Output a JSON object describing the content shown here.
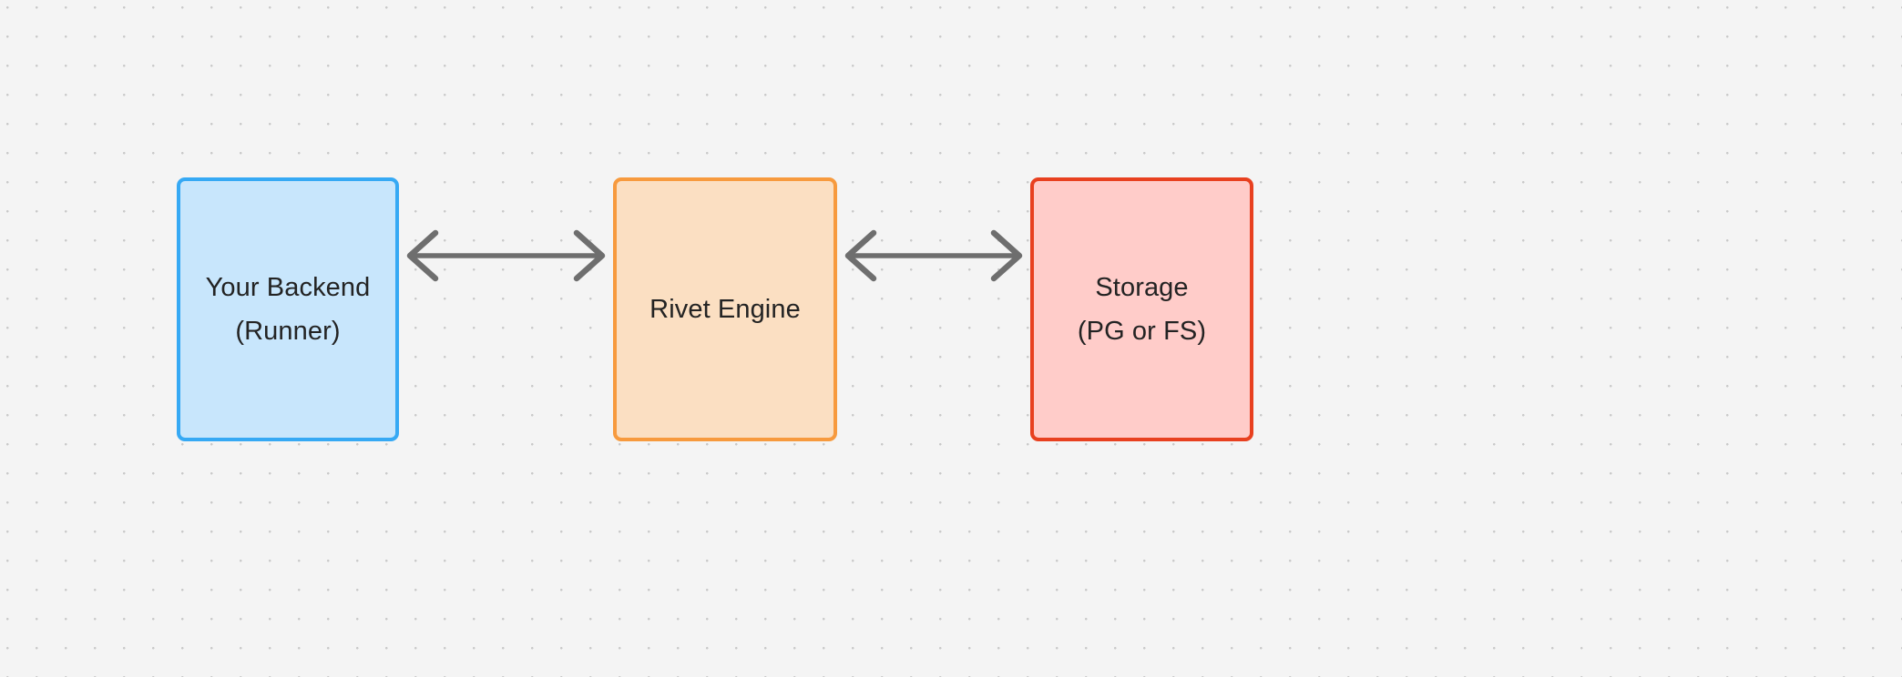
{
  "diagram": {
    "type": "flow",
    "orientation": "left-to-right",
    "background_color": "#f4f4f4",
    "grid_dot_color": "#c9c9c9",
    "nodes": [
      {
        "id": "backend",
        "line1": "Your Backend",
        "line2": "(Runner)",
        "border_color": "#36a9f4",
        "fill_color": "#c8e6fc",
        "text_color": "#232323"
      },
      {
        "id": "engine",
        "line1": "Rivet Engine",
        "line2": "",
        "border_color": "#f79a3e",
        "fill_color": "#fbdfc2",
        "text_color": "#232323"
      },
      {
        "id": "storage",
        "line1": "Storage",
        "line2": "(PG or FS)",
        "border_color": "#e8401f",
        "fill_color": "#ffccc9",
        "text_color": "#232323"
      }
    ],
    "edges": [
      {
        "id": "backend-engine",
        "from": "backend",
        "to": "engine",
        "label": "",
        "direction": "bidirectional",
        "color": "#6e6e6e"
      },
      {
        "id": "engine-storage",
        "from": "engine",
        "to": "storage",
        "label": "",
        "direction": "bidirectional",
        "color": "#6e6e6e"
      }
    ]
  }
}
